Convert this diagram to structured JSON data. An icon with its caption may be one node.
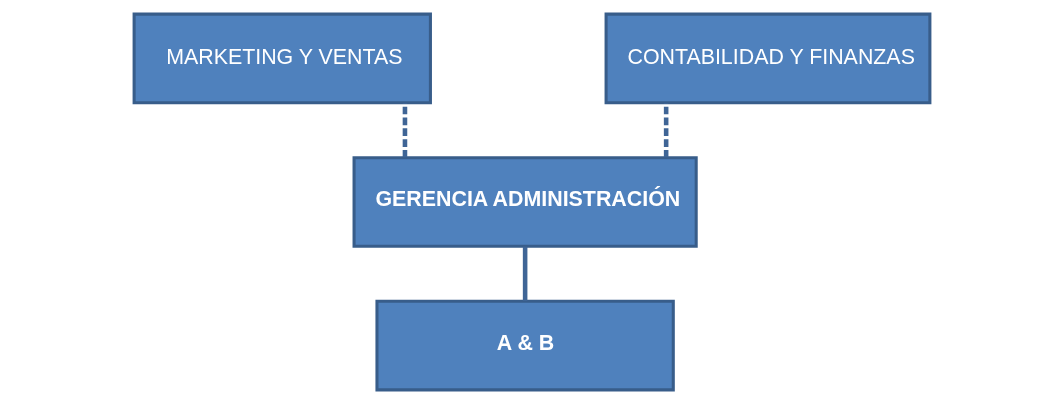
{
  "diagram": {
    "nodes": [
      {
        "text": [
          "MARKETING Y VENTAS"
        ]
      },
      {
        "text": [
          "CONTABILIDAD Y FINANZAS"
        ]
      },
      {
        "text": [
          "GERENCIA ADMINISTRACIÓN"
        ]
      },
      {
        "text": [
          "A & B"
        ]
      }
    ],
    "edges": [
      {
        "from": 2,
        "to": 0,
        "arrow": "none",
        "style": "dashed"
      },
      {
        "from": 2,
        "to": 1,
        "arrow": "none",
        "style": "dashed"
      },
      {
        "from": 2,
        "to": 3,
        "arrow": "none"
      }
    ]
  }
}
